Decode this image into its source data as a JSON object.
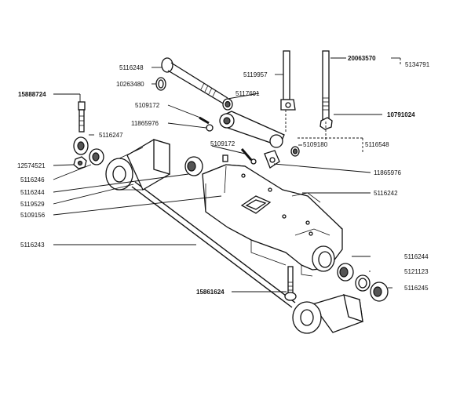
{
  "labels": {
    "l5116248": "5116248",
    "l10263480": "10263480",
    "l15888724": "15888724",
    "l5109172a": "5109172",
    "l11865976a": "11865976",
    "l5116247": "5116247",
    "l12574521": "12574521",
    "l5116246": "5116246",
    "l5116244a": "5116244",
    "l5119529": "5119529",
    "l5109156": "5109156",
    "l5116243": "5116243",
    "l15861624": "15861624",
    "l5119957": "5119957",
    "l5117691": "5117691",
    "l20063570": "20063570",
    "l5134791": "5134791",
    "l10791024": "10791024",
    "l5116548": "5116548",
    "l5109172b": "5109172",
    "l5109180": "5109180",
    "l11865976b": "11865976",
    "l5116242": "5116242",
    "l5116244b": "5116244",
    "l5121123": "5121123",
    "l5116245": "5116245"
  }
}
